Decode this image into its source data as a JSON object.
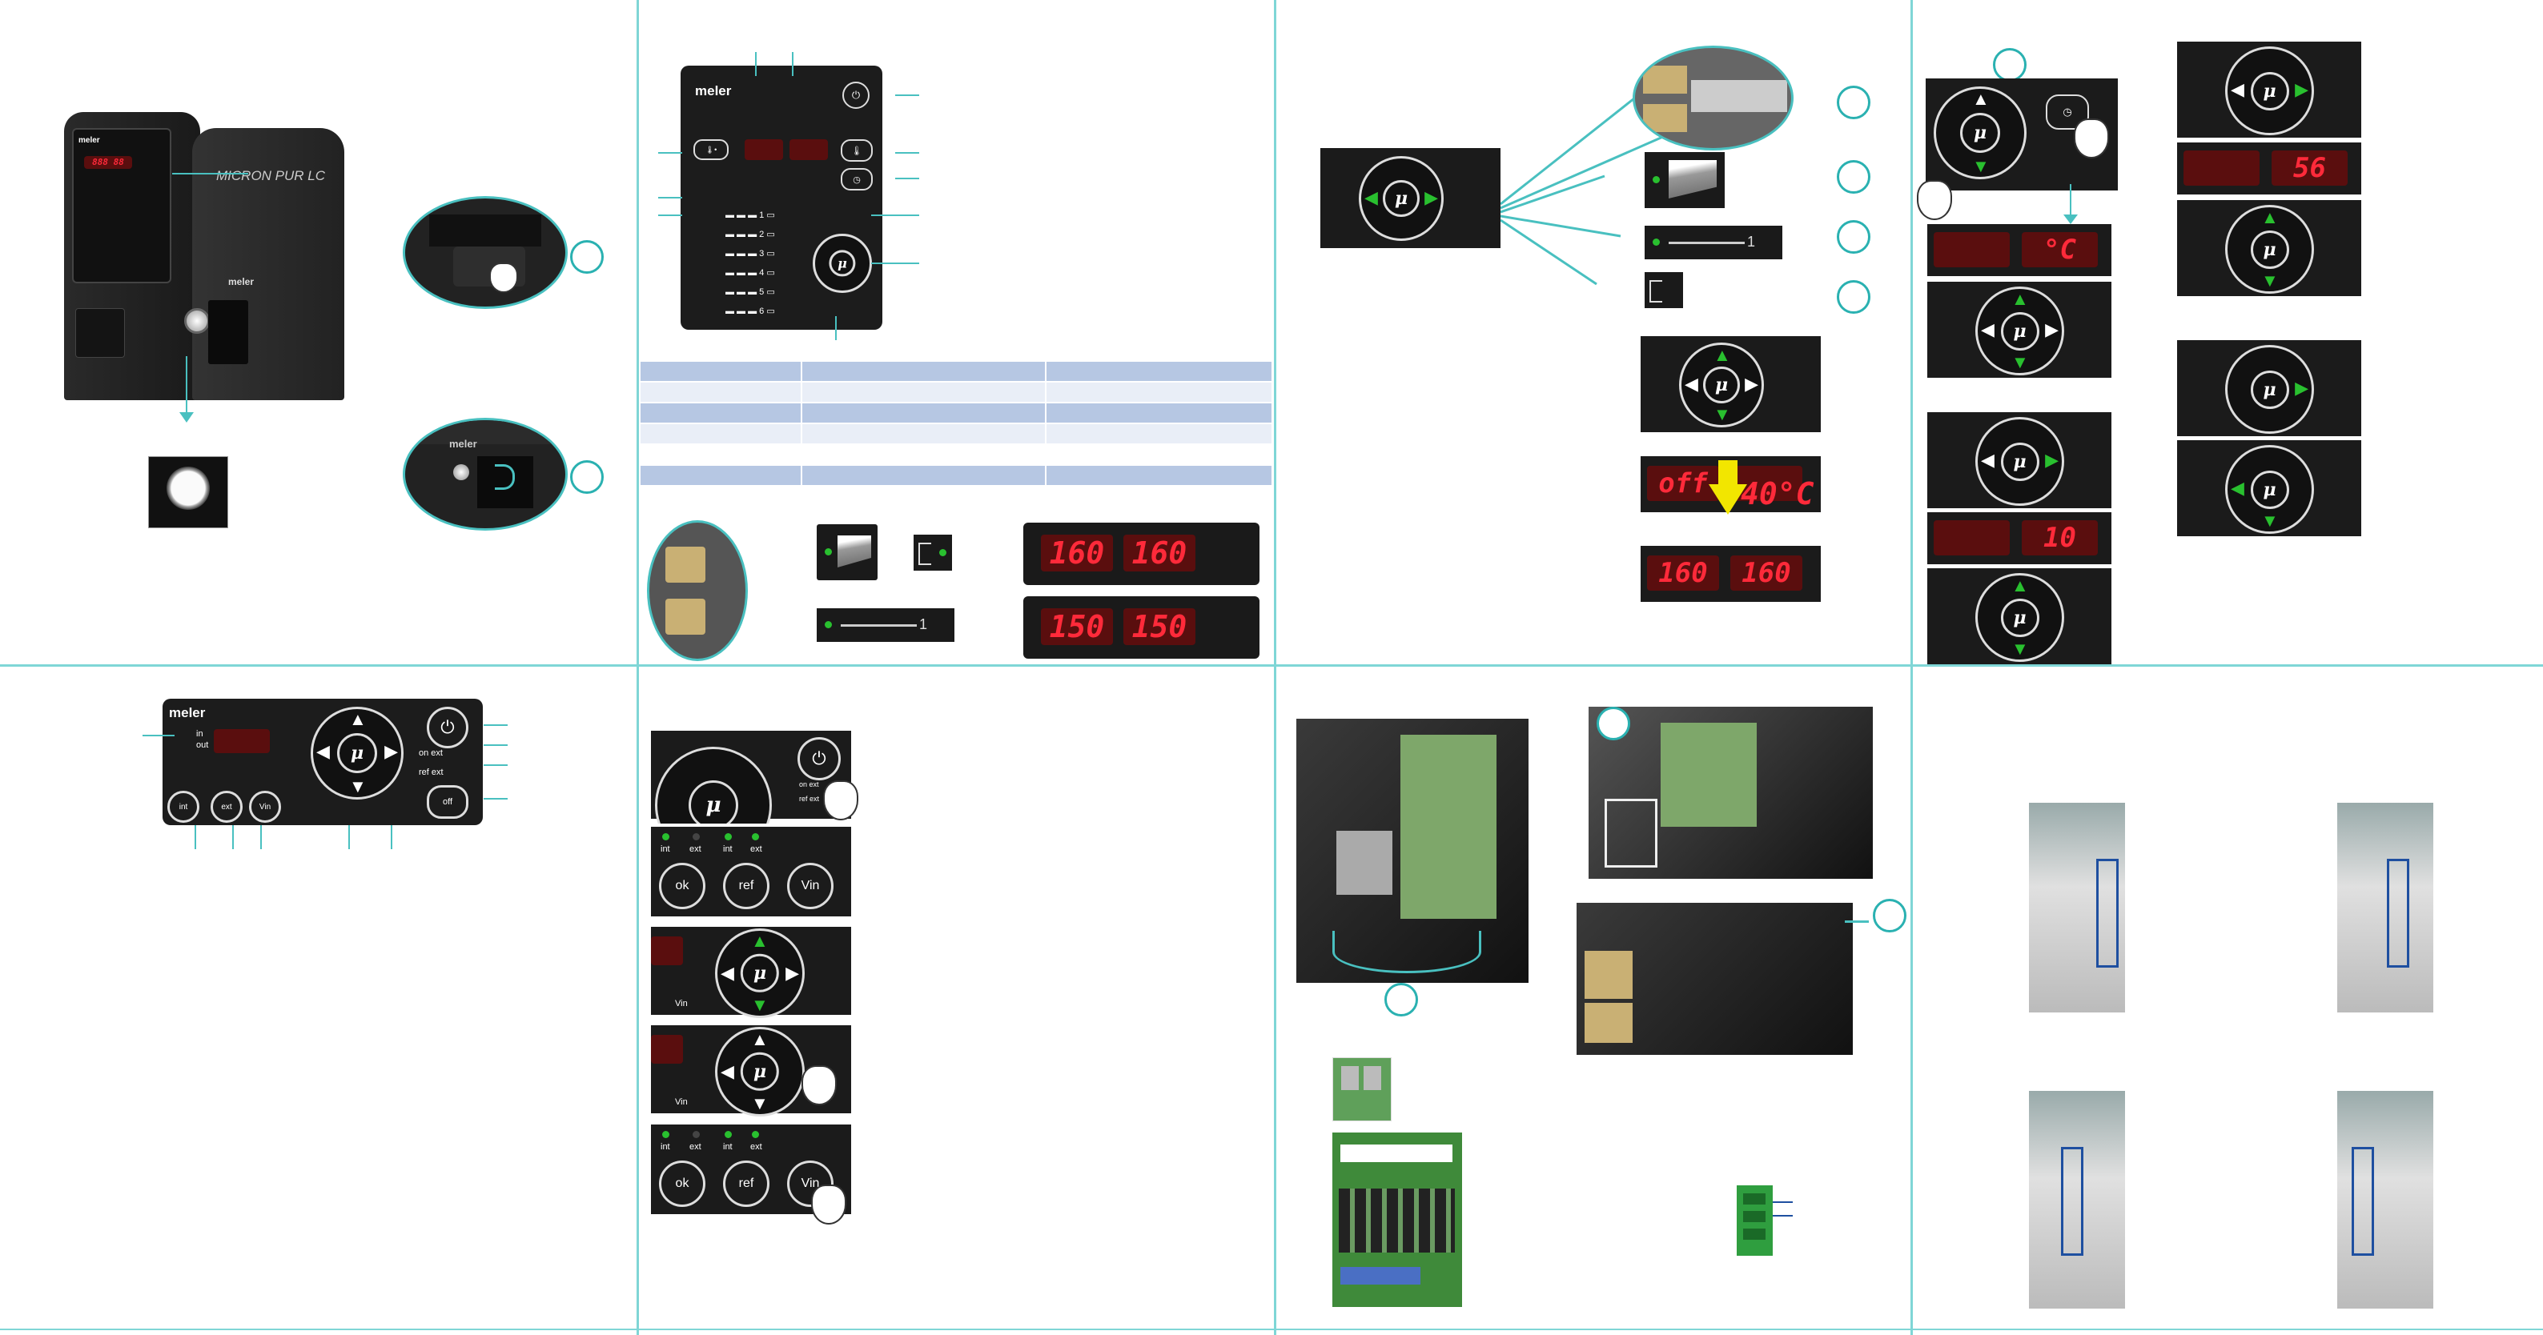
{
  "brand": {
    "logo": "meler",
    "product": "MICRON PUR LC"
  },
  "colors": {
    "accent": "#49c0c0",
    "display_bg": "#5a0e0e",
    "display_text": "#ff2a3a",
    "led_green": "#29c02f",
    "arrow_yellow": "#f2e600",
    "relay_box": "#1e4fa0"
  },
  "icons": [
    "power-icon",
    "hand-pointer-icon",
    "thermometer-icon",
    "clock-icon",
    "arrow-up-icon",
    "arrow-down-icon",
    "arrow-left-icon",
    "arrow-right-icon",
    "rotate-arrow-icon",
    "pressure-gauge-icon"
  ],
  "panel1": {
    "logo": "meler",
    "product": "MICRON PUR LC",
    "callout_1": "",
    "callout_2": ""
  },
  "panel2": {
    "logo": "meler",
    "channels": [
      "1",
      "2",
      "3",
      "4",
      "5",
      "6"
    ],
    "display_a": "160",
    "display_b": "160",
    "display_c": "150",
    "display_d": "150",
    "hose_num": "1"
  },
  "panel3": {
    "hose_num": "1",
    "display_off": "off",
    "display_overlay": "40°C",
    "display_result_a": "160",
    "display_result_b": "160"
  },
  "panel4": {
    "display_c": "°C",
    "display_56": "56",
    "display_10": "10"
  },
  "panel5": {
    "logo": "meler",
    "in_label": "in",
    "out_label": "out",
    "on_ext": "on ext",
    "ref_ext": "ref ext",
    "btn_int": "int",
    "btn_ext": "ext",
    "btn_vin": "Vin",
    "btn_off": "off"
  },
  "panel6": {
    "on_ext": "on ext",
    "ref_ext": "ref ext",
    "labels": [
      "int",
      "ext",
      "int",
      "ext"
    ],
    "btn_ok": "ok",
    "btn_ref": "ref",
    "btn_vin": "Vin",
    "vin_small": "Vin"
  },
  "mu": "μ"
}
